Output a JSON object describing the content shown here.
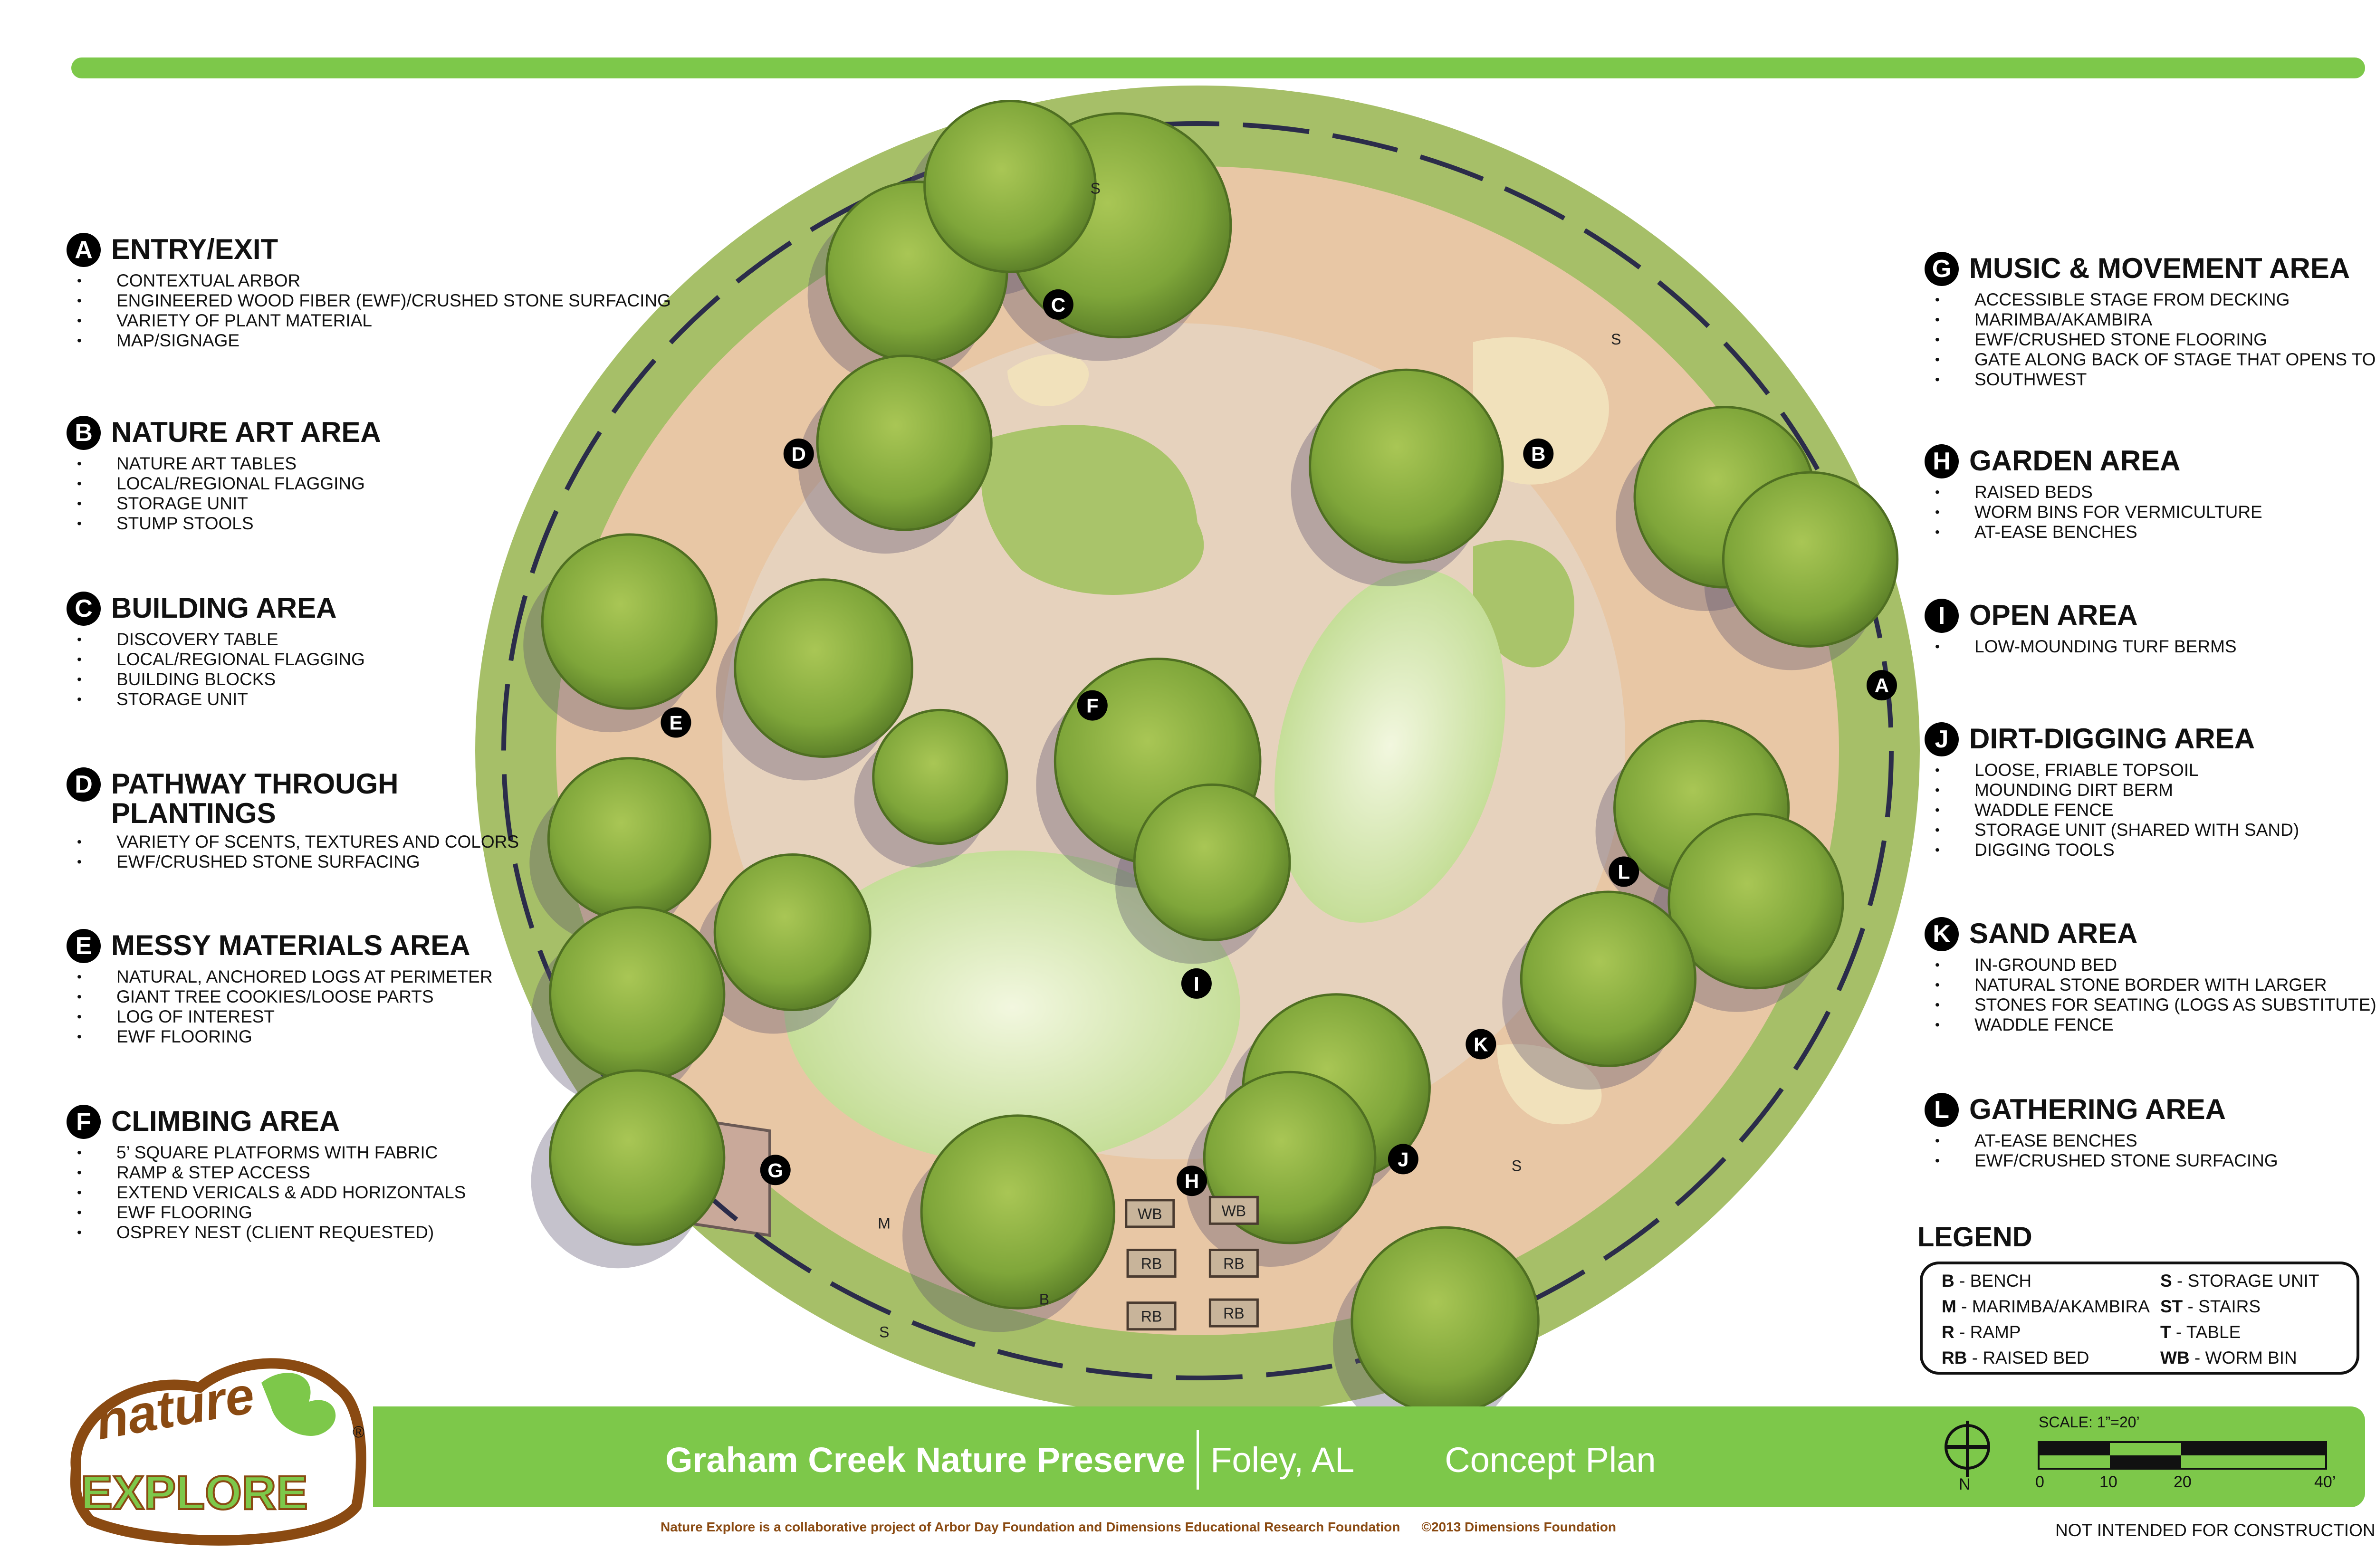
{
  "header": {
    "bar_color": "#7dc84a"
  },
  "left_sections": [
    {
      "letter": "A",
      "title": "ENTRY/EXIT",
      "items": [
        "CONTEXTUAL ARBOR",
        "ENGINEERED WOOD FIBER (EWF)/CRUSHED STONE SURFACING",
        "VARIETY OF PLANT MATERIAL",
        "MAP/SIGNAGE"
      ]
    },
    {
      "letter": "B",
      "title": "NATURE ART AREA",
      "items": [
        "NATURE ART TABLES",
        "LOCAL/REGIONAL FLAGGING",
        "STORAGE UNIT",
        "STUMP STOOLS"
      ]
    },
    {
      "letter": "C",
      "title": "BUILDING AREA",
      "items": [
        "DISCOVERY TABLE",
        "LOCAL/REGIONAL FLAGGING",
        "BUILDING BLOCKS",
        "STORAGE UNIT"
      ]
    },
    {
      "letter": "D",
      "title": "PATHWAY THROUGH PLANTINGS",
      "items": [
        "VARIETY OF SCENTS, TEXTURES AND COLORS",
        "EWF/CRUSHED STONE SURFACING"
      ]
    },
    {
      "letter": "E",
      "title": "MESSY MATERIALS AREA",
      "items": [
        "NATURAL, ANCHORED LOGS AT PERIMETER",
        "GIANT TREE COOKIES/LOOSE PARTS",
        "LOG OF INTEREST",
        "EWF FLOORING"
      ]
    },
    {
      "letter": "F",
      "title": "CLIMBING AREA",
      "items": [
        "5’ SQUARE PLATFORMS WITH FABRIC",
        "RAMP & STEP ACCESS",
        "EXTEND VERICALS & ADD HORIZONTALS",
        "EWF FLOORING",
        "OSPREY NEST (CLIENT REQUESTED)"
      ]
    }
  ],
  "right_sections": [
    {
      "letter": "G",
      "title": "MUSIC & MOVEMENT AREA",
      "items": [
        "ACCESSIBLE STAGE FROM DECKING",
        "MARIMBA/AKAMBIRA",
        "EWF/CRUSHED STONE FLOORING",
        "GATE ALONG BACK OF STAGE THAT OPENS TO",
        " SOUTHWEST"
      ]
    },
    {
      "letter": "H",
      "title": "GARDEN AREA",
      "items": [
        "RAISED BEDS",
        "WORM BINS FOR VERMICULTURE",
        "AT-EASE BENCHES"
      ]
    },
    {
      "letter": "I",
      "title": "OPEN AREA",
      "items": [
        "LOW-MOUNDING TURF BERMS"
      ]
    },
    {
      "letter": "J",
      "title": "DIRT-DIGGING AREA",
      "items": [
        "LOOSE, FRIABLE TOPSOIL",
        "MOUNDING DIRT BERM",
        "WADDLE FENCE",
        "STORAGE UNIT (SHARED WITH SAND)",
        "DIGGING TOOLS"
      ]
    },
    {
      "letter": "K",
      "title": "SAND AREA",
      "items": [
        "IN-GROUND BED",
        "NATURAL STONE BORDER WITH LARGER",
        "STONES FOR SEATING (LOGS AS SUBSTITUTE)",
        "WADDLE FENCE"
      ]
    },
    {
      "letter": "L",
      "title": "GATHERING AREA",
      "items": [
        "AT-EASE BENCHES",
        "EWF/CRUSHED STONE SURFACING"
      ]
    }
  ],
  "legend": {
    "title": "LEGEND",
    "items": [
      {
        "code": "B",
        "label": " - BENCH"
      },
      {
        "code": "S",
        "label": " - STORAGE UNIT"
      },
      {
        "code": "M",
        "label": " - MARIMBA/AKAMBIRA"
      },
      {
        "code": "ST",
        "label": " - STAIRS"
      },
      {
        "code": "R",
        "label": " - RAMP"
      },
      {
        "code": "T",
        "label": " - TABLE"
      },
      {
        "code": "RB",
        "label": " - RAISED BED"
      },
      {
        "code": "WB",
        "label": " - WORM BIN"
      }
    ]
  },
  "map": {
    "markers": [
      "A",
      "B",
      "C",
      "D",
      "E",
      "F",
      "G",
      "H",
      "I",
      "J",
      "K",
      "L"
    ],
    "small_labels": [
      "WB",
      "WB",
      "RB",
      "RB",
      "RB",
      "RB",
      "S",
      "S",
      "S",
      "S",
      "M",
      "B"
    ]
  },
  "footer": {
    "project": "Graham Creek Nature Preserve",
    "location": "Foley, AL",
    "plan_type": "Concept Plan",
    "scale_label": "SCALE: 1”=20’",
    "scale_ticks": [
      "0",
      "10",
      "20",
      "40’"
    ],
    "north": "N",
    "credit": "Nature Explore is a collaborative project of Arbor Day Foundation and Dimensions Educational Research Foundation",
    "copyright": "©2013 Dimensions Foundation",
    "disclaimer": "NOT INTENDED FOR CONSTRUCTION",
    "bar_color": "#7dc84a",
    "credit_color": "#8a4a12"
  },
  "logo": {
    "line1": "nature",
    "line2": "EXPLORE",
    "reg": "®"
  }
}
